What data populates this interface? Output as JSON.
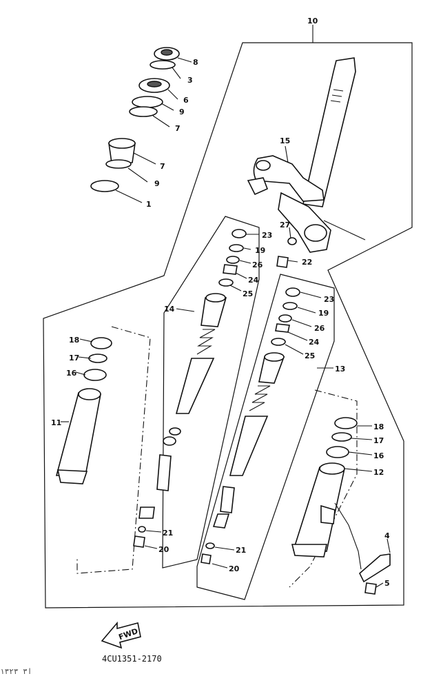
{
  "catalog_number": "4CU1351-2170",
  "corner_mark": "ا٣ ١٣٢٣",
  "fwd_label": "FWD",
  "callouts": [
    {
      "id": "c10a",
      "text": "10"
    },
    {
      "id": "c8",
      "text": "8"
    },
    {
      "id": "c3",
      "text": "3"
    },
    {
      "id": "c6",
      "text": "6"
    },
    {
      "id": "c9a",
      "text": "9"
    },
    {
      "id": "c7a",
      "text": "7"
    },
    {
      "id": "c7b",
      "text": "7"
    },
    {
      "id": "c9b",
      "text": "9"
    },
    {
      "id": "c1",
      "text": "1"
    },
    {
      "id": "c15",
      "text": "15"
    },
    {
      "id": "c27",
      "text": "27"
    },
    {
      "id": "c22",
      "text": "22"
    },
    {
      "id": "c23a",
      "text": "23"
    },
    {
      "id": "c19a",
      "text": "19"
    },
    {
      "id": "c26a",
      "text": "26"
    },
    {
      "id": "c24a",
      "text": "24"
    },
    {
      "id": "c25a",
      "text": "25"
    },
    {
      "id": "c14",
      "text": "14"
    },
    {
      "id": "c23b",
      "text": "23"
    },
    {
      "id": "c19b",
      "text": "19"
    },
    {
      "id": "c26b",
      "text": "26"
    },
    {
      "id": "c24b",
      "text": "24"
    },
    {
      "id": "c25b",
      "text": "25"
    },
    {
      "id": "c13",
      "text": "13"
    },
    {
      "id": "c18a",
      "text": "18"
    },
    {
      "id": "c17a",
      "text": "17"
    },
    {
      "id": "c16a",
      "text": "16"
    },
    {
      "id": "c11",
      "text": "11"
    },
    {
      "id": "c18b",
      "text": "18"
    },
    {
      "id": "c17b",
      "text": "17"
    },
    {
      "id": "c16b",
      "text": "16"
    },
    {
      "id": "c12",
      "text": "12"
    },
    {
      "id": "c21a",
      "text": "21"
    },
    {
      "id": "c20a",
      "text": "20"
    },
    {
      "id": "c21b",
      "text": "21"
    },
    {
      "id": "c20b",
      "text": "20"
    },
    {
      "id": "c4",
      "text": "4"
    },
    {
      "id": "c5",
      "text": "5"
    }
  ]
}
